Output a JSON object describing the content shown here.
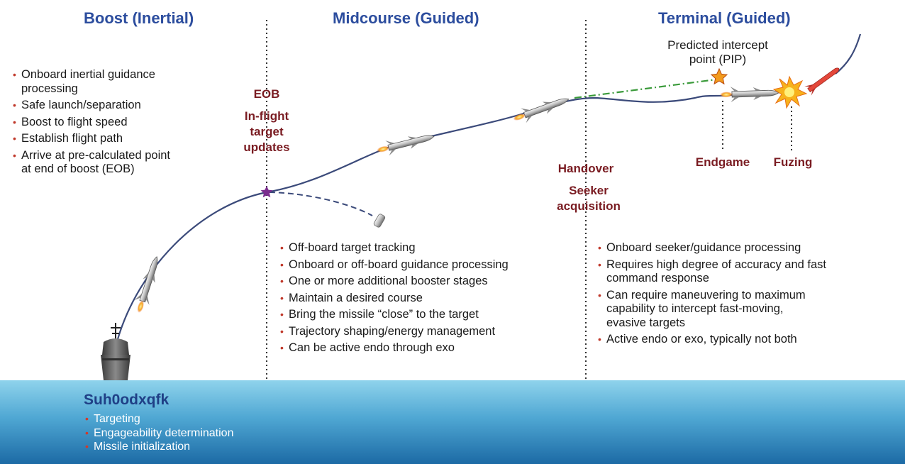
{
  "phases": {
    "boost": "Boost (Inertial)",
    "midcourse": "Midcourse (Guided)",
    "terminal": "Terminal (Guided)"
  },
  "boost_bullets": [
    "Onboard inertial guidance\nprocessing",
    "Safe launch/separation",
    "Boost to flight speed",
    "Establish flight path",
    "Arrive at pre-calculated point\nat end of boost (EOB)"
  ],
  "markers": {
    "eob": "EOB",
    "inflight": "In-flight\ntarget\nupdates",
    "handover": "Handover",
    "seeker": "Seeker\nacquisition",
    "endgame": "Endgame",
    "fuzing": "Fuzing",
    "pip": "Predicted intercept\npoint (PIP)"
  },
  "midcourse_bullets": [
    "Off-board target tracking",
    "Onboard or off-board guidance processing",
    "One or more additional booster stages",
    "Maintain a desired course",
    "Bring the missile “close” to the target",
    "Trajectory shaping/energy management",
    "Can be active endo through exo"
  ],
  "terminal_bullets": [
    "Onboard seeker/guidance processing",
    "Requires high degree of accuracy and fast\ncommand response",
    "Can require maneuvering to maximum\ncapability to intercept fast-moving,\nevasive targets",
    "Active endo or exo, typically not both"
  ],
  "prelaunch": {
    "title": "Suh0odxqfk",
    "bullets": [
      "Targeting",
      "Engageability determination",
      "Missile initialization"
    ]
  },
  "colors": {
    "phase_title": "#2c4d9e",
    "marker_text": "#7a1c22",
    "bullet": "#c0392b",
    "trajectory": "#3b4a7a",
    "pip_path": "#3a9a3a",
    "eob_star": "#7b2d8e",
    "pip_star": "#f29b1d"
  }
}
